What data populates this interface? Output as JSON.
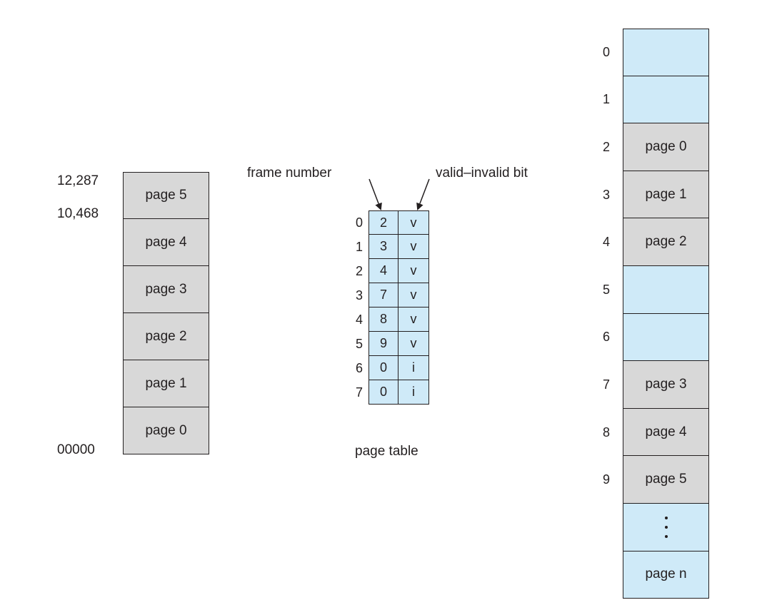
{
  "logical_memory": {
    "address_labels": [
      "12,287",
      "10,468",
      "00000"
    ],
    "pages": [
      "page 5",
      "page 4",
      "page 3",
      "page 2",
      "page 1",
      "page 0"
    ]
  },
  "page_table": {
    "caption": "page table",
    "frame_number_label": "frame number",
    "valid_bit_label": "valid–invalid bit",
    "rows": [
      {
        "index": "0",
        "frame": "2",
        "bit": "v"
      },
      {
        "index": "1",
        "frame": "3",
        "bit": "v"
      },
      {
        "index": "2",
        "frame": "4",
        "bit": "v"
      },
      {
        "index": "3",
        "frame": "7",
        "bit": "v"
      },
      {
        "index": "4",
        "frame": "8",
        "bit": "v"
      },
      {
        "index": "5",
        "frame": "9",
        "bit": "v"
      },
      {
        "index": "6",
        "frame": "0",
        "bit": "i"
      },
      {
        "index": "7",
        "frame": "0",
        "bit": "i"
      }
    ]
  },
  "physical_memory": {
    "frames": [
      {
        "index": "0",
        "label": ""
      },
      {
        "index": "1",
        "label": ""
      },
      {
        "index": "2",
        "label": "page 0"
      },
      {
        "index": "3",
        "label": "page 1"
      },
      {
        "index": "4",
        "label": "page 2"
      },
      {
        "index": "5",
        "label": ""
      },
      {
        "index": "6",
        "label": ""
      },
      {
        "index": "7",
        "label": "page 3"
      },
      {
        "index": "8",
        "label": "page 4"
      },
      {
        "index": "9",
        "label": "page 5"
      },
      {
        "index": "",
        "label": "",
        "ellipsis": true
      },
      {
        "index": "",
        "label": "page n"
      }
    ]
  },
  "colors": {
    "empty_fill": "#cfeaf8",
    "used_fill": "#d8d8d8",
    "stroke": "#231f20"
  }
}
